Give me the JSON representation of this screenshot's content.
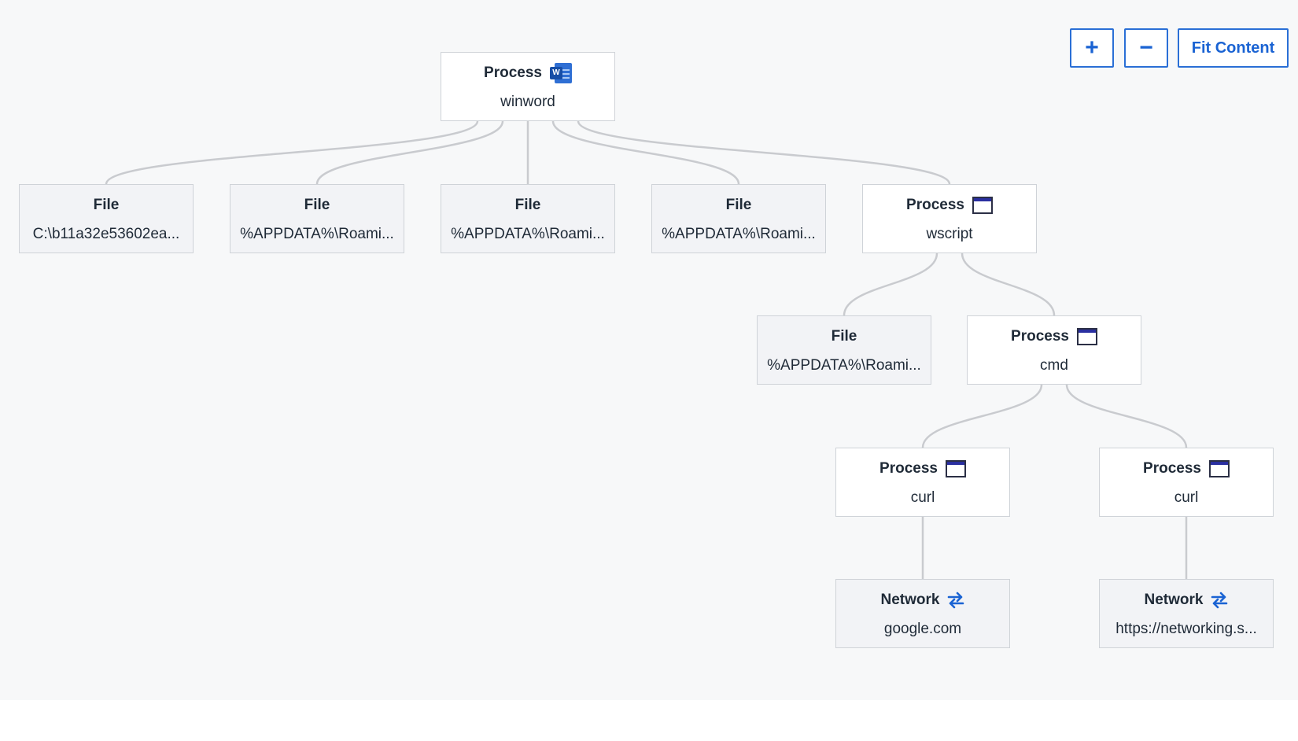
{
  "controls": {
    "zoom_in": "+",
    "zoom_out": "−",
    "fit_content": "Fit Content"
  },
  "colors": {
    "accent": "#1a63d3",
    "edge": "#c9cbcf",
    "node_border": "#cfd3d8",
    "file_bg": "#f2f3f6",
    "canvas_bg": "#f7f8f9"
  },
  "nodes": [
    {
      "id": "winword",
      "type": "Process",
      "value": "winword",
      "icon": "word-icon"
    },
    {
      "id": "file1",
      "type": "File",
      "value": "C:\\b11a32e53602ea...",
      "icon": ""
    },
    {
      "id": "file2",
      "type": "File",
      "value": "%APPDATA%\\Roami...",
      "icon": ""
    },
    {
      "id": "file3",
      "type": "File",
      "value": "%APPDATA%\\Roami...",
      "icon": ""
    },
    {
      "id": "file4",
      "type": "File",
      "value": "%APPDATA%\\Roami...",
      "icon": ""
    },
    {
      "id": "wscript",
      "type": "Process",
      "value": "wscript",
      "icon": "window-icon"
    },
    {
      "id": "file5",
      "type": "File",
      "value": "%APPDATA%\\Roami...",
      "icon": ""
    },
    {
      "id": "cmd",
      "type": "Process",
      "value": "cmd",
      "icon": "window-icon"
    },
    {
      "id": "curl1",
      "type": "Process",
      "value": "curl",
      "icon": "window-icon"
    },
    {
      "id": "curl2",
      "type": "Process",
      "value": "curl",
      "icon": "window-icon"
    },
    {
      "id": "net1",
      "type": "Network",
      "value": "google.com",
      "icon": "network-icon"
    },
    {
      "id": "net2",
      "type": "Network",
      "value": "https://networking.s...",
      "icon": "network-icon"
    }
  ],
  "edges": [
    [
      "winword",
      "file1"
    ],
    [
      "winword",
      "file2"
    ],
    [
      "winword",
      "file3"
    ],
    [
      "winword",
      "file4"
    ],
    [
      "winword",
      "wscript"
    ],
    [
      "wscript",
      "file5"
    ],
    [
      "wscript",
      "cmd"
    ],
    [
      "cmd",
      "curl1"
    ],
    [
      "cmd",
      "curl2"
    ],
    [
      "curl1",
      "net1"
    ],
    [
      "curl2",
      "net2"
    ]
  ]
}
